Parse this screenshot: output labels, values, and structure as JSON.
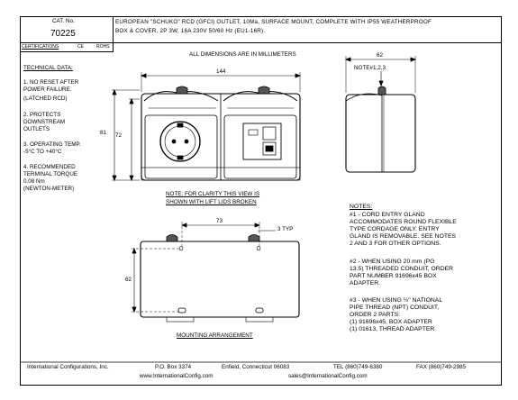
{
  "header": {
    "cat_label": "CAT. No.",
    "cat_number": "70225",
    "description_line1": "EUROPEAN \"SCHUKO\" RCD (GFCI) OUTLET, 10Ma, SURFACE MOUNT, COMPLETE WITH IP55 WEATHERPROOF",
    "description_line2": "BOX & COVER, 2P 3W, 16A 230V 50/60 Hz (EU1-16R).",
    "certifications_label": "CERTIFICATIONS",
    "cert_ce": "CE",
    "cert_rohs": "ROHS"
  },
  "dims_note": "ALL DIMENSIONS ARE IN MILLIMETERS",
  "technical": {
    "title": "TECHNICAL DATA:",
    "items": [
      [
        "1. NO RESET AFTER",
        "POWER FAILURE.",
        "(LATCHED RCD)"
      ],
      [
        "2. PROTECTS",
        "DOWNSTREAM",
        "OUTLETS"
      ],
      [
        "3. OPERATING TEMP.",
        "-5°C TO +40°C"
      ],
      [
        "4. RECOMMENDED",
        "TERMINAL TORQUE",
        "0.08 Nm",
        "(NEWTON-METER)"
      ]
    ]
  },
  "front_view": {
    "width_dim": "144",
    "height_outer_dim": "81",
    "height_inner_dim": "72",
    "caption_line1": "NOTE: FOR CLARITY THIS VIEW IS",
    "caption_line2": "SHOWN WITH LIFT LIDS BROKEN"
  },
  "side_view": {
    "width_dim": "62",
    "note_ref": "NOTE#1,2,3"
  },
  "mounting": {
    "width_dim": "73",
    "height_dim": "62",
    "typ_dim": "3 TYP",
    "hole_left": "D",
    "hole_right": "D",
    "caption": "MOUNTING ARRANGEMENT"
  },
  "notes": {
    "title": "NOTES:",
    "note1": [
      "#1 - CORD ENTRY GLAND",
      "ACCOMMODATES ROUND FLEXIBLE",
      "TYPE CORDAGE ONLY. ENTRY",
      "GLAND IS REMOVABLE. SEE NOTES",
      "2 AND 3 FOR OTHER OPTIONS."
    ],
    "note2": [
      "#2 - WHEN USING 20 mm (PG",
      "13.5) THREADED CONDUIT, ORDER",
      "PART NUMBER 91696x45 BOX",
      "ADAPTER."
    ],
    "note3": [
      "#3 - WHEN USING ½\" NATIONAL",
      "PIPE THREAD (NPT) CONDUIT,",
      "ORDER 2 PARTS:",
      "(1) 91696x45, BOX ADAPTER",
      "(1) 01613, THREAD ADAPTER"
    ]
  },
  "footer": {
    "company": "International Configurations, Inc.",
    "po": "P.O. Box 3374",
    "city": "Enfield, Connecticut 06083",
    "tel": "TEL (860)749-6380",
    "fax": "FAX (860)749-2985",
    "web": "www.InternationalConfig.com",
    "email": "sales@InternationalConfig.com"
  }
}
